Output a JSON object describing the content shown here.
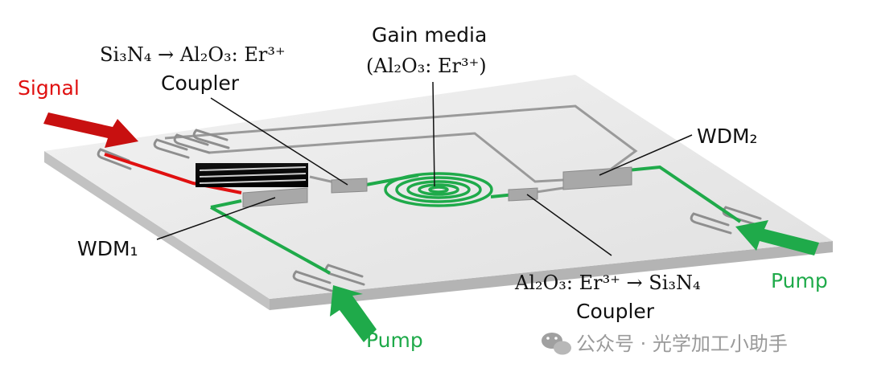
{
  "labels": {
    "signal": "Signal",
    "coupler_in_formula": "Si₃N₄ → Al₂O₃: Er³⁺",
    "coupler_in_name": "Coupler",
    "gain_title": "Gain media",
    "gain_formula": "(Al₂O₃: Er³⁺)",
    "wdm2": "WDM₂",
    "wdm1": "WDM₁",
    "coupler_out_formula": "Al₂O₃: Er³⁺ → Si₃N₄",
    "coupler_out_name": "Coupler",
    "pump_right": "Pump",
    "pump_bottom": "Pump"
  },
  "watermark": {
    "text": "公众号 · 光学加工小助手",
    "icon": "wechat-icon"
  },
  "colors": {
    "signal": "#e01010",
    "pump": "#1faa4a",
    "gain": "#1faa4a",
    "chip_top": "#ececec",
    "chip_side": "#bdbdbd",
    "waveguide": "#9a9a9a",
    "device": "#a8a8a8",
    "text": "#111111",
    "watermark": "#9a9a9a"
  }
}
